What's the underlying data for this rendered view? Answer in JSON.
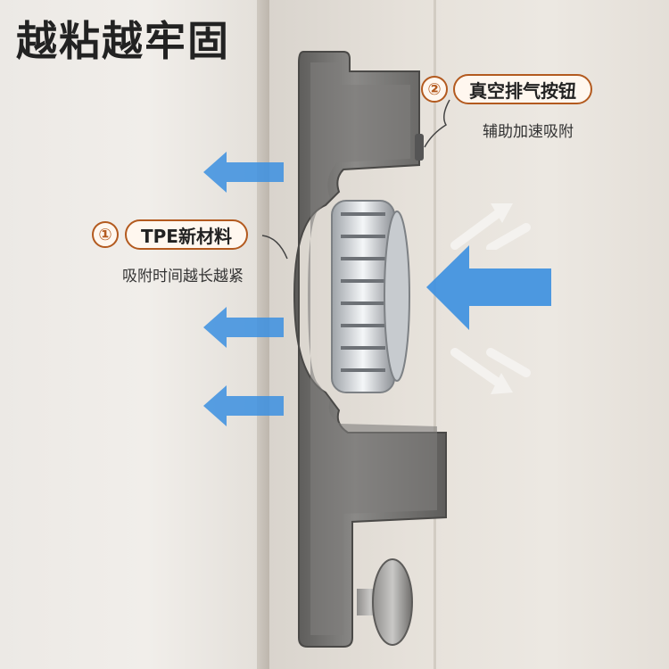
{
  "headline": "越粘越牢固",
  "callouts": [
    {
      "number": "①",
      "label": "TPE新材料",
      "description": "吸附时间越长越紧"
    },
    {
      "number": "②",
      "label": "真空排气按钮",
      "description": "辅助加速吸附"
    }
  ],
  "colors": {
    "accent": "#b35a1f",
    "arrow_blue": "#3b8fe0",
    "metal": "#6f6e6c"
  },
  "icons": [
    "arrow-left-icon",
    "arrow-right-icon",
    "hook-icon",
    "vacuum-button-icon"
  ]
}
